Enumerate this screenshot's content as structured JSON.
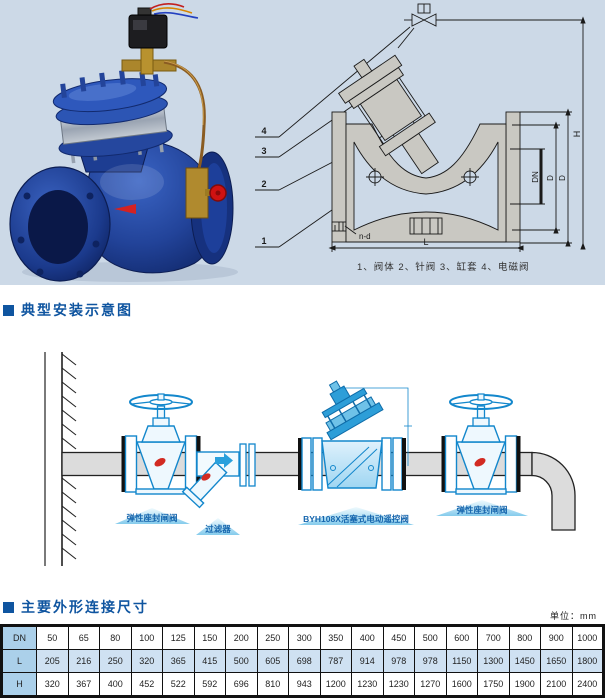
{
  "colors": {
    "hero_bg": "#ccd9e7",
    "accent_blue": "#0f55a0",
    "drawing_gray": "#c9c8c2",
    "diagram_blue": "#1387cc",
    "pipe_gray": "#dcdcdc",
    "table_header_bg": "#abd0ea",
    "table_alt_row_bg": "#cfe1f2",
    "valve_body_blue": "#1d3d92",
    "red_knob": "#cf1212"
  },
  "hero": {
    "callouts": [
      "4",
      "3",
      "2",
      "1"
    ],
    "dim_labels": {
      "h": "H",
      "d_outer": "D",
      "d_inner": "D",
      "dn": "DN",
      "l": "L",
      "nd": "n-d"
    },
    "caption": "1、阀体   2、针阀   3、缸套    4、电磁阀"
  },
  "install_section": {
    "title": "典型安装示意图",
    "labels": {
      "gate_valve_left": "弹性座封闸阀",
      "strainer": "过滤器",
      "control_valve": "BYH108X活塞式电动遥控阀",
      "gate_valve_right": "弹性座封闸阀"
    }
  },
  "dims_section": {
    "title": "主要外形连接尺寸",
    "unit": "单位：mm"
  },
  "chart_data": {
    "type": "table",
    "rows": [
      {
        "header": "DN",
        "values": [
          "50",
          "65",
          "80",
          "100",
          "125",
          "150",
          "200",
          "250",
          "300",
          "350",
          "400",
          "450",
          "500",
          "600",
          "700",
          "800",
          "900",
          "1000"
        ]
      },
      {
        "header": "L",
        "values": [
          "205",
          "216",
          "250",
          "320",
          "365",
          "415",
          "500",
          "605",
          "698",
          "787",
          "914",
          "978",
          "978",
          "1150",
          "1300",
          "1450",
          "1650",
          "1800"
        ]
      },
      {
        "header": "H",
        "values": [
          "320",
          "367",
          "400",
          "452",
          "522",
          "592",
          "696",
          "810",
          "943",
          "1200",
          "1230",
          "1230",
          "1270",
          "1600",
          "1750",
          "1900",
          "2100",
          "2400"
        ]
      }
    ]
  }
}
